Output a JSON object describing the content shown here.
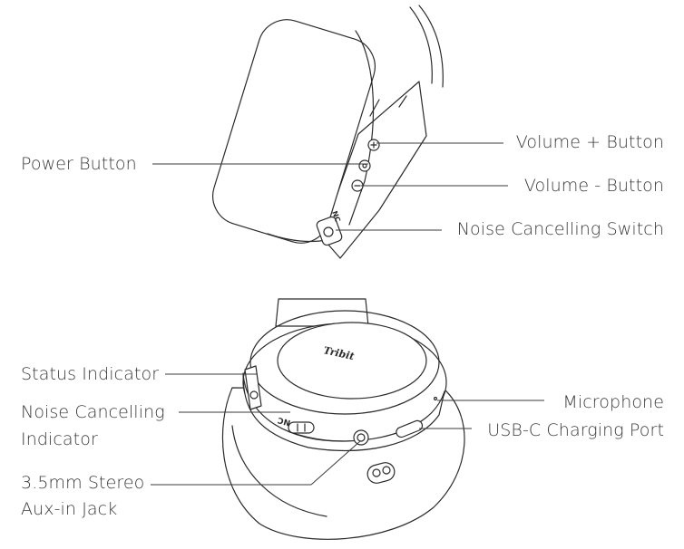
{
  "labels": {
    "power_button": "Power Button",
    "volume_up": "Volume + Button",
    "volume_down": "Volume - Button",
    "nc_switch": "Noise Cancelling Switch",
    "status_indicator": "Status Indicator",
    "nc_indicator_line1": "Noise Cancelling",
    "nc_indicator_line2": "Indicator",
    "aux_jack_line1": "3.5mm Stereo",
    "aux_jack_line2": "Aux-in Jack",
    "microphone": "Microphone",
    "usb_c_port": "USB-C Charging Port"
  },
  "device_markings": {
    "brand_logo": "Tribit",
    "nc_marking_top": "NC",
    "nc_marking_bottom": "NC"
  }
}
